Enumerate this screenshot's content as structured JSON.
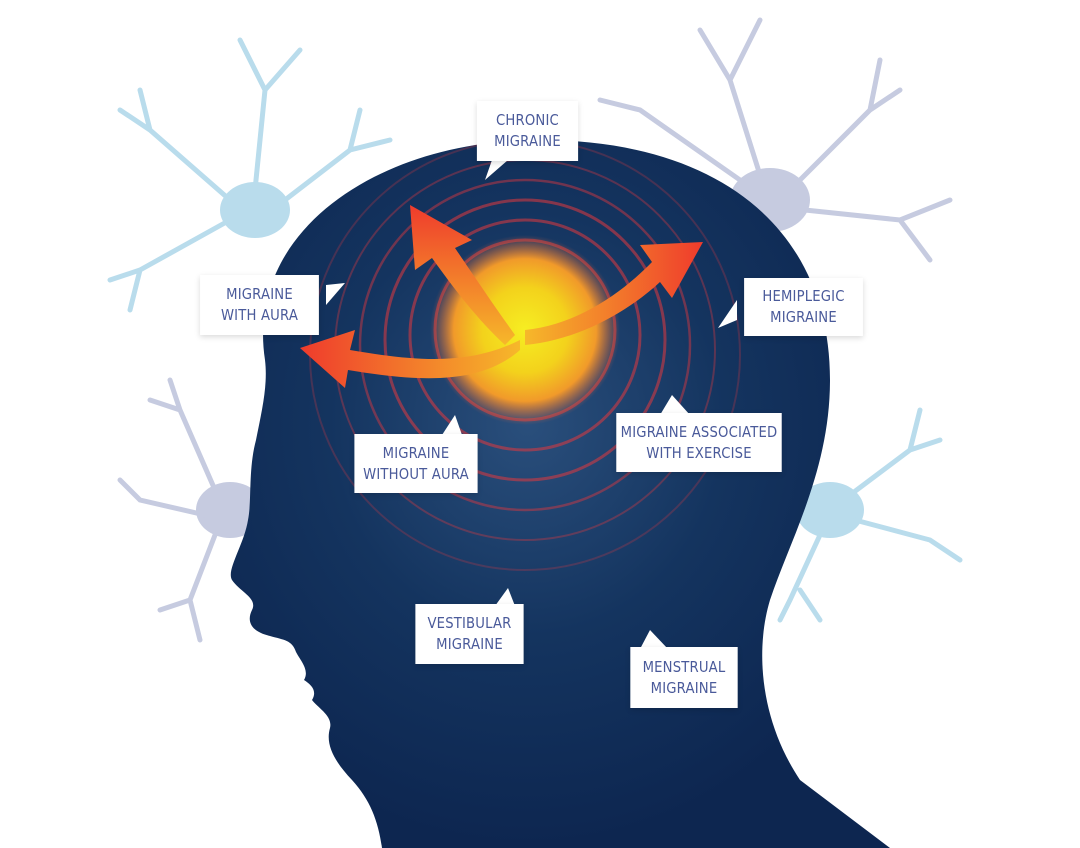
{
  "labels": {
    "chronic": {
      "line1": "CHRONIC",
      "line2": "MIGRAINE"
    },
    "with_aura": {
      "line1": "MIGRAINE",
      "line2": "WITH AURA"
    },
    "hemiplegic": {
      "line1": "HEMIPLEGIC",
      "line2": "MIGRAINE"
    },
    "without_aura": {
      "line1": "MIGRAINE",
      "line2": "WITHOUT AURA"
    },
    "exercise": {
      "line1": "MIGRAINE ASSOCIATED",
      "line2": "WITH EXERCISE"
    },
    "vestibular": {
      "line1": "VESTIBULAR",
      "line2": "MIGRAINE"
    },
    "menstrual": {
      "line1": "MENSTRUAL",
      "line2": "MIGRAINE"
    }
  },
  "colors": {
    "head": "#0f2a55",
    "label_text": "#4a5a9a",
    "neuron_blue": "#b9dcec",
    "neuron_lavender": "#c6cbe0",
    "glow_center": "#f4e81c",
    "arrow": "#f0502a"
  }
}
